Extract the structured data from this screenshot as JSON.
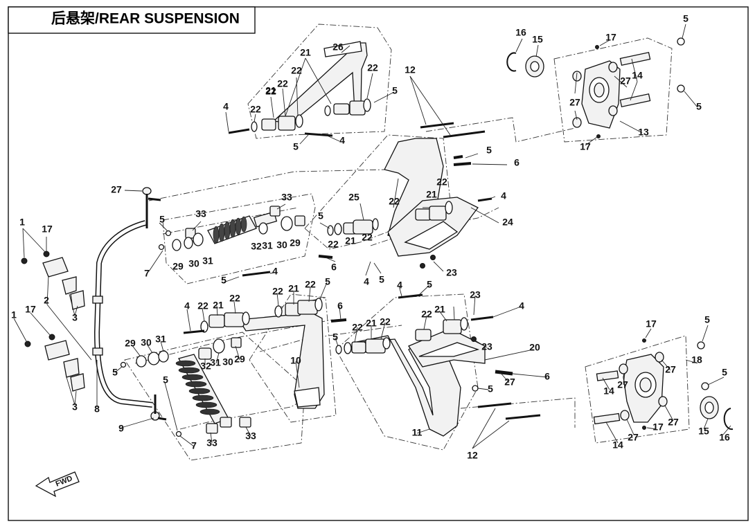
{
  "title": "后悬架/REAR SUSPENSION",
  "fwd_label": "FWD",
  "callouts": [
    {
      "id": "c1",
      "text": "1"
    },
    {
      "id": "c2",
      "text": "1"
    },
    {
      "id": "c3",
      "text": "2"
    },
    {
      "id": "c4",
      "text": "3"
    },
    {
      "id": "c5",
      "text": "3"
    },
    {
      "id": "c6",
      "text": "4"
    },
    {
      "id": "c7",
      "text": "4"
    },
    {
      "id": "c8",
      "text": "4"
    },
    {
      "id": "c9",
      "text": "4"
    },
    {
      "id": "c10",
      "text": "4"
    },
    {
      "id": "c11",
      "text": "4"
    },
    {
      "id": "c12",
      "text": "4"
    },
    {
      "id": "c13",
      "text": "4"
    },
    {
      "id": "c14",
      "text": "5"
    },
    {
      "id": "c15",
      "text": "5"
    },
    {
      "id": "c16",
      "text": "5"
    },
    {
      "id": "c17",
      "text": "5"
    },
    {
      "id": "c18",
      "text": "5"
    },
    {
      "id": "c19",
      "text": "5"
    },
    {
      "id": "c20",
      "text": "5"
    },
    {
      "id": "c21",
      "text": "5"
    },
    {
      "id": "c22",
      "text": "5"
    },
    {
      "id": "c23",
      "text": "5"
    },
    {
      "id": "c24",
      "text": "5"
    },
    {
      "id": "c25",
      "text": "5"
    },
    {
      "id": "c26",
      "text": "5"
    },
    {
      "id": "c27",
      "text": "5"
    },
    {
      "id": "c28",
      "text": "5"
    },
    {
      "id": "c29",
      "text": "5"
    },
    {
      "id": "c30",
      "text": "5"
    },
    {
      "id": "c31",
      "text": "6"
    },
    {
      "id": "c32",
      "text": "6"
    },
    {
      "id": "c33",
      "text": "6"
    },
    {
      "id": "c34",
      "text": "6"
    },
    {
      "id": "c35",
      "text": "7"
    },
    {
      "id": "c36",
      "text": "7"
    },
    {
      "id": "c37",
      "text": "8"
    },
    {
      "id": "c38",
      "text": "9"
    },
    {
      "id": "c39",
      "text": "10"
    },
    {
      "id": "c40",
      "text": "11"
    },
    {
      "id": "c41",
      "text": "12"
    },
    {
      "id": "c42",
      "text": "12"
    },
    {
      "id": "c43",
      "text": "13"
    },
    {
      "id": "c44",
      "text": "14"
    },
    {
      "id": "c45",
      "text": "14"
    },
    {
      "id": "c46",
      "text": "14"
    },
    {
      "id": "c47",
      "text": "15"
    },
    {
      "id": "c48",
      "text": "15"
    },
    {
      "id": "c49",
      "text": "16"
    },
    {
      "id": "c50",
      "text": "16"
    },
    {
      "id": "c51",
      "text": "17"
    },
    {
      "id": "c52",
      "text": "17"
    },
    {
      "id": "c53",
      "text": "17"
    },
    {
      "id": "c54",
      "text": "17"
    },
    {
      "id": "c55",
      "text": "17"
    },
    {
      "id": "c56",
      "text": "17"
    },
    {
      "id": "c57",
      "text": "18"
    },
    {
      "id": "c58",
      "text": "20"
    },
    {
      "id": "c59",
      "text": "21"
    },
    {
      "id": "c60",
      "text": "21"
    },
    {
      "id": "c61",
      "text": "21"
    },
    {
      "id": "c62",
      "text": "21"
    },
    {
      "id": "c63",
      "text": "21"
    },
    {
      "id": "c64",
      "text": "21"
    },
    {
      "id": "c65",
      "text": "21"
    },
    {
      "id": "c66",
      "text": "21"
    },
    {
      "id": "c67",
      "text": "22"
    },
    {
      "id": "c68",
      "text": "22"
    },
    {
      "id": "c69",
      "text": "22"
    },
    {
      "id": "c70",
      "text": "22"
    },
    {
      "id": "c71",
      "text": "22"
    },
    {
      "id": "c72",
      "text": "22"
    },
    {
      "id": "c73",
      "text": "22"
    },
    {
      "id": "c74",
      "text": "22"
    },
    {
      "id": "c75",
      "text": "22"
    },
    {
      "id": "c76",
      "text": "22"
    },
    {
      "id": "c77",
      "text": "22"
    },
    {
      "id": "c78",
      "text": "22"
    },
    {
      "id": "c79",
      "text": "22"
    },
    {
      "id": "c80",
      "text": "22"
    },
    {
      "id": "c81",
      "text": "22"
    },
    {
      "id": "c82",
      "text": "22"
    },
    {
      "id": "c83",
      "text": "23"
    },
    {
      "id": "c84",
      "text": "23"
    },
    {
      "id": "c85",
      "text": "23"
    },
    {
      "id": "c86",
      "text": "24"
    },
    {
      "id": "c87",
      "text": "25"
    },
    {
      "id": "c88",
      "text": "26"
    },
    {
      "id": "c89",
      "text": "27"
    },
    {
      "id": "c90",
      "text": "27"
    },
    {
      "id": "c91",
      "text": "27"
    },
    {
      "id": "c92",
      "text": "27"
    },
    {
      "id": "c93",
      "text": "27"
    },
    {
      "id": "c94",
      "text": "27"
    },
    {
      "id": "c95",
      "text": "27"
    },
    {
      "id": "c96",
      "text": "27"
    },
    {
      "id": "c97",
      "text": "29"
    },
    {
      "id": "c98",
      "text": "29"
    },
    {
      "id": "c99",
      "text": "29"
    },
    {
      "id": "c100",
      "text": "29"
    },
    {
      "id": "c101",
      "text": "30"
    },
    {
      "id": "c102",
      "text": "30"
    },
    {
      "id": "c103",
      "text": "30"
    },
    {
      "id": "c104",
      "text": "30"
    },
    {
      "id": "c105",
      "text": "31"
    },
    {
      "id": "c106",
      "text": "31"
    },
    {
      "id": "c107",
      "text": "31"
    },
    {
      "id": "c108",
      "text": "31"
    },
    {
      "id": "c109",
      "text": "32"
    },
    {
      "id": "c110",
      "text": "32"
    },
    {
      "id": "c111",
      "text": "33"
    },
    {
      "id": "c112",
      "text": "33"
    },
    {
      "id": "c113",
      "text": "33"
    },
    {
      "id": "c114",
      "text": "33"
    }
  ]
}
